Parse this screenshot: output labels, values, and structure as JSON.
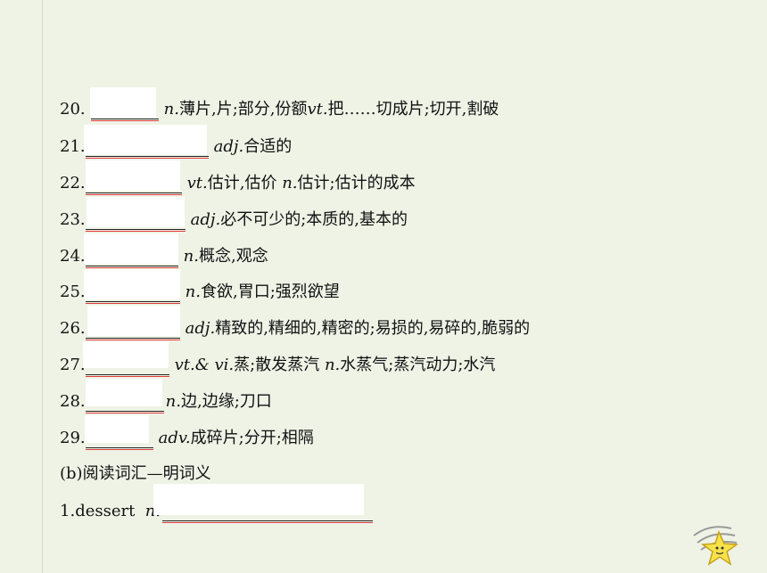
{
  "items": [
    {
      "num": "20.",
      "pos": "n.",
      "def": "薄片,片;部分,份额",
      "pos2": "vt.",
      "def2": "把……切成片;切开,割破"
    },
    {
      "num": "21.",
      "pos": "adj.",
      "def": "合适的"
    },
    {
      "num": "22.",
      "pos": "vt.",
      "def": "估计,估价 ",
      "pos2": "n.",
      "def2": "估计;估计的成本"
    },
    {
      "num": "23.",
      "pos": "adj.",
      "def": "必不可少的;本质的,基本的"
    },
    {
      "num": "24.",
      "pos": "n.",
      "def": "概念,观念"
    },
    {
      "num": "25.",
      "pos": "n.",
      "def": "食欲,胃口;强烈欲望"
    },
    {
      "num": "26.",
      "pos": "adj.",
      "def": "精致的,精细的,精密的;易损的,易碎的,脆弱的"
    },
    {
      "num": "27.",
      "pos": "vt.& vi.",
      "def": "蒸;散发蒸汽 ",
      "pos2": "n.",
      "def2": "水蒸气;蒸汽动力;水汽"
    },
    {
      "num": "28.",
      "pos": "n.",
      "def": "边,边缘;刀口"
    },
    {
      "num": "29.",
      "pos": "adv.",
      "def": "成碎片;分开;相隔"
    }
  ],
  "section_b": "(b)阅读词汇—明词义",
  "reading": {
    "num": "1.",
    "word": "dessert",
    "pos": "n."
  }
}
